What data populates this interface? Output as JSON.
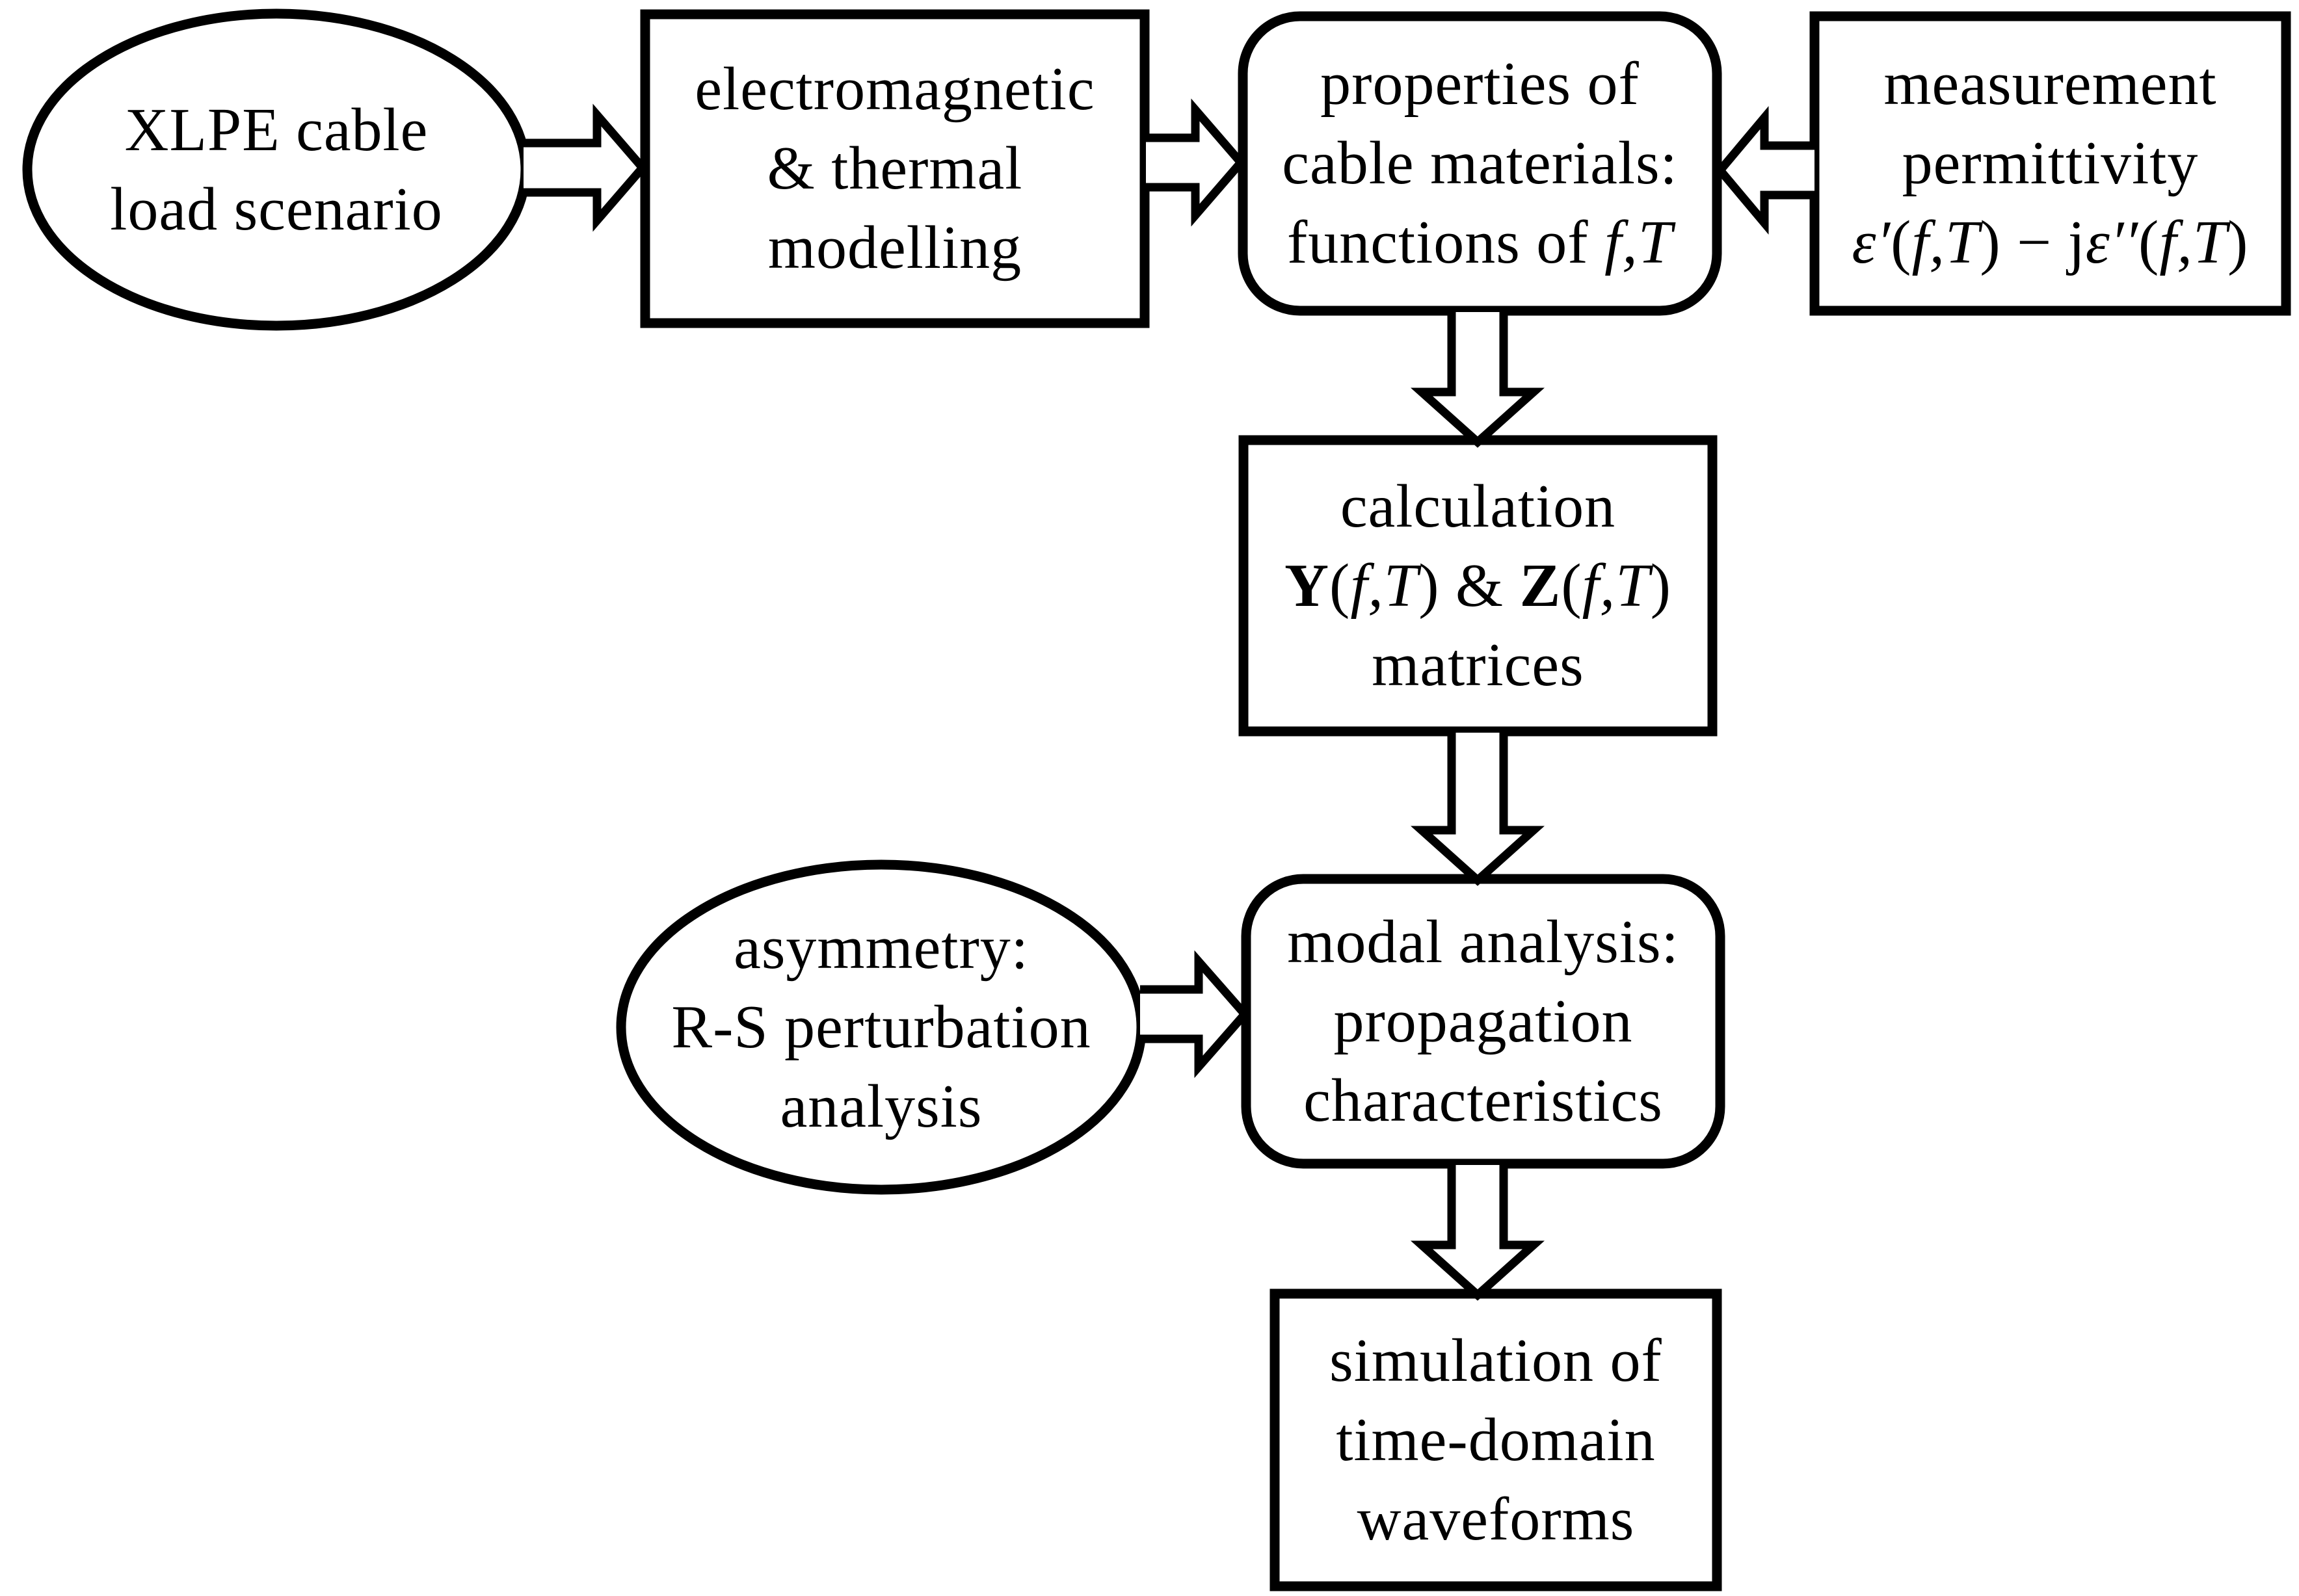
{
  "page": {
    "background": "#ffffff",
    "ink": "#000000"
  },
  "nodes": {
    "xlpe": {
      "shape": "ellipse",
      "lines": [
        "XLPE cable",
        "load scenario"
      ]
    },
    "em_thermal": {
      "shape": "rectangle",
      "lines": [
        "electromagnetic",
        "& thermal",
        "modelling"
      ]
    },
    "properties": {
      "shape": "rounded-rectangle",
      "line1": "properties of",
      "line2": "cable materials:",
      "line3": [
        "functions of ",
        "f,T"
      ]
    },
    "measurement": {
      "shape": "rectangle",
      "line1": "measurement",
      "line2": "permittivity",
      "line3": [
        "ε′",
        "(",
        "f,T",
        ") − j",
        "ε′′",
        "(",
        "f,T",
        ")"
      ]
    },
    "calculation": {
      "shape": "rectangle",
      "line1": "calculation",
      "line2": [
        "Y",
        "(",
        "f,T",
        ") & ",
        "Z",
        "(",
        "f,T",
        ")"
      ],
      "line3": "matrices"
    },
    "asymmetry": {
      "shape": "ellipse",
      "lines": [
        "asymmetry:",
        "R-S perturbation",
        "analysis"
      ]
    },
    "modal": {
      "shape": "rounded-rectangle",
      "lines": [
        "modal analysis:",
        "propagation",
        "characteristics"
      ]
    },
    "simulation": {
      "shape": "rectangle",
      "lines": [
        "simulation of",
        "time-domain",
        "waveforms"
      ]
    }
  },
  "connections": [
    {
      "from": "xlpe",
      "to": "em_thermal",
      "direction": "right"
    },
    {
      "from": "em_thermal",
      "to": "properties",
      "direction": "right"
    },
    {
      "from": "measurement",
      "to": "properties",
      "direction": "left"
    },
    {
      "from": "properties",
      "to": "calculation",
      "direction": "down"
    },
    {
      "from": "calculation",
      "to": "modal",
      "direction": "down"
    },
    {
      "from": "asymmetry",
      "to": "modal",
      "direction": "right"
    },
    {
      "from": "modal",
      "to": "simulation",
      "direction": "down"
    }
  ]
}
